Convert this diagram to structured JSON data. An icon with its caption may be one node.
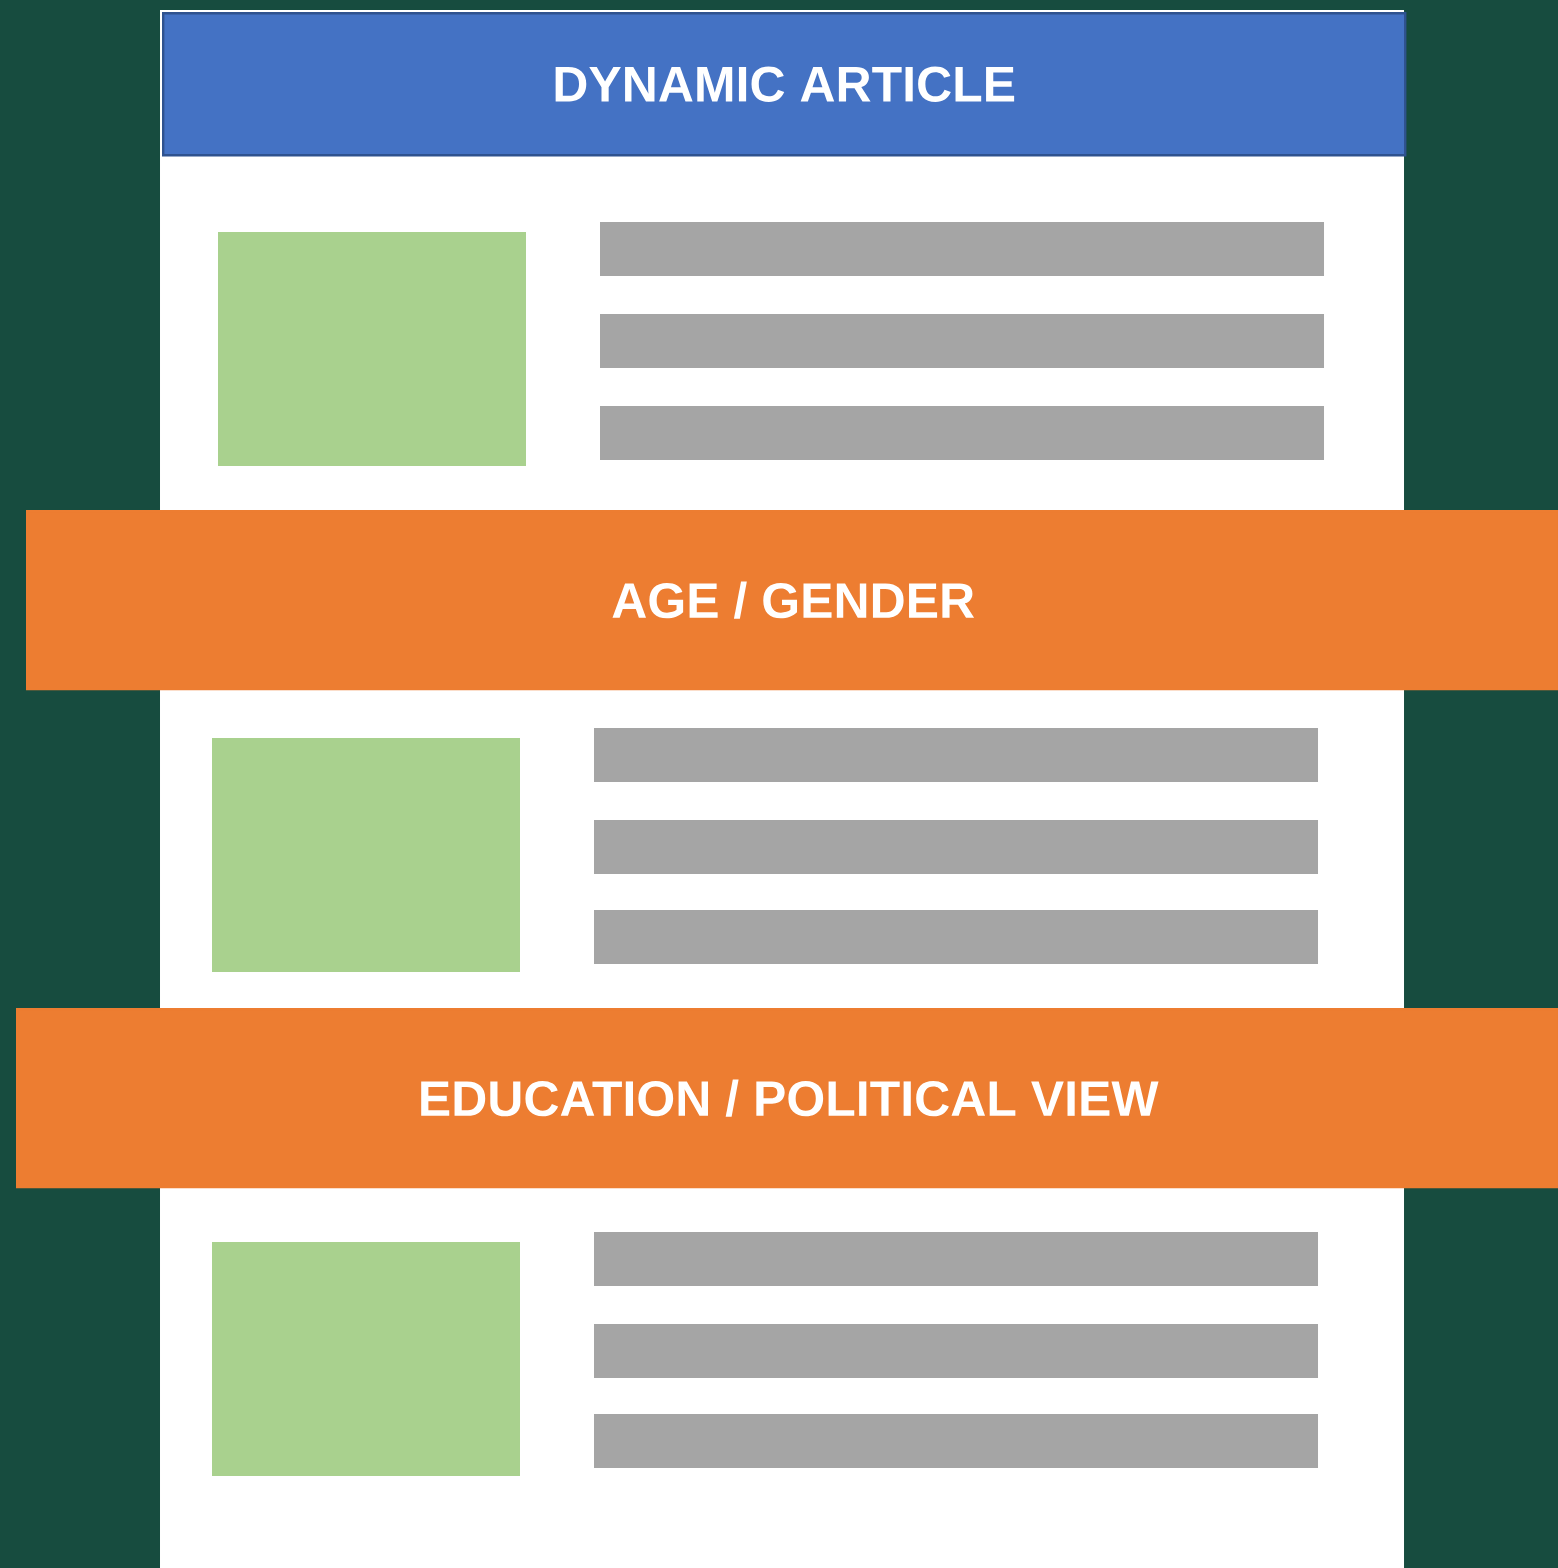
{
  "diagram": {
    "nodes": [
      {
        "text": [
          "DYNAMIC ARTICLE"
        ]
      },
      {
        "text": [
          "AGE / GENDER"
        ]
      },
      {
        "text": [
          "EDUCATION / POLITICAL VIEW"
        ]
      }
    ]
  }
}
